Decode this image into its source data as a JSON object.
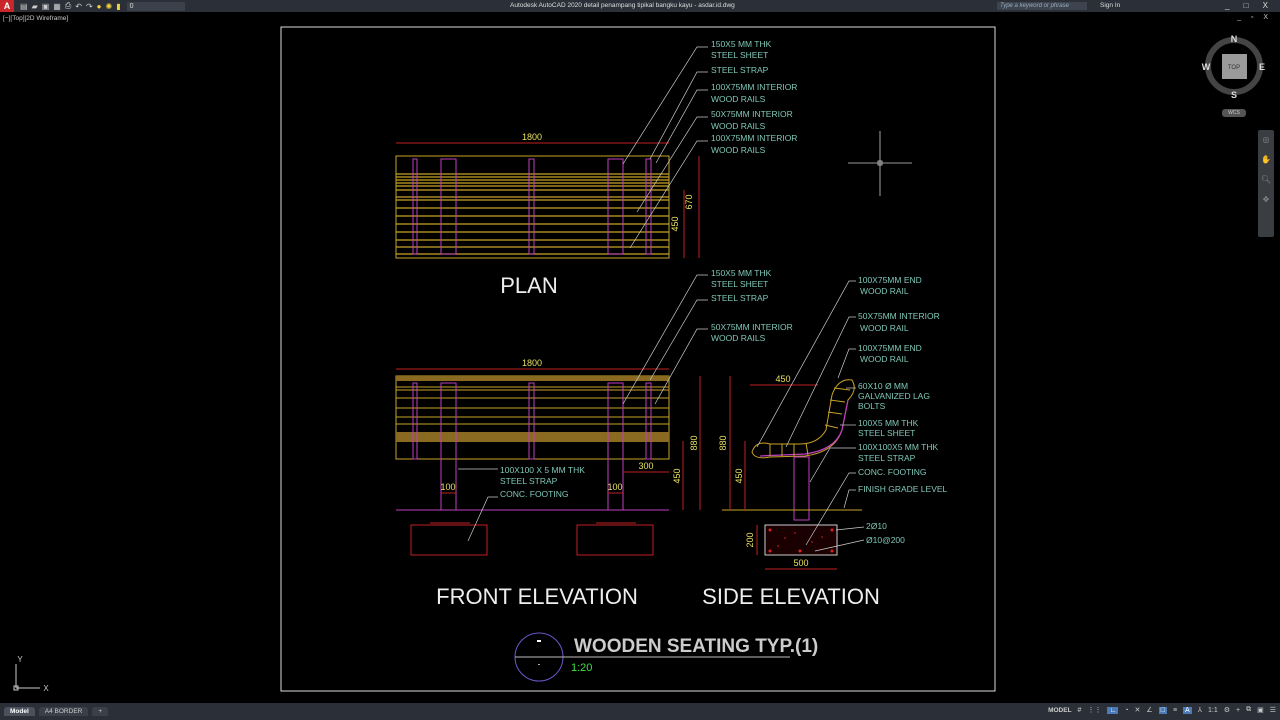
{
  "titlebar": {
    "app_title": "Autodesk AutoCAD 2020   detail penampang tipikal bangku kayu - asdar.id.dwg",
    "layer": "0",
    "search_placeholder": "Type a keyword or phrase",
    "sign_in": "Sign In",
    "logo": "A",
    "window_controls": "_ □ X"
  },
  "viewport": {
    "label": "[−][Top][2D Wireframe]",
    "controls": "_ ▫ X"
  },
  "viewcube": {
    "top": "TOP",
    "n": "N",
    "s": "S",
    "e": "E",
    "w": "W",
    "wcs": "WCS"
  },
  "ucs": {
    "x": "X",
    "y": "Y"
  },
  "layout_tabs": [
    {
      "label": "Model",
      "active": true
    },
    {
      "label": "A4 BORDER",
      "active": false
    },
    {
      "label": "+"
    }
  ],
  "status": {
    "model": "MODEL",
    "scale": "1:1"
  },
  "drawing": {
    "plan": {
      "title": "PLAN",
      "dim_width": "1800",
      "dim_h1": "670",
      "dim_h2": "450",
      "labels": [
        "150X5 MM THK",
        "STEEL SHEET",
        "STEEL STRAP",
        "100X75MM INTERIOR",
        "WOOD RAILS",
        "50X75MM INTERIOR",
        "WOOD RAILS",
        "100X75MM INTERIOR",
        "WOOD RAILS"
      ]
    },
    "front": {
      "title": "FRONT ELEVATION",
      "dim_width": "1800",
      "dim_post1": "100",
      "dim_post2": "100",
      "dim_300": "300",
      "dim_450": "450",
      "dim_880": "880",
      "labels_top": [
        "150X5 MM THK",
        "STEEL SHEET",
        "STEEL STRAP",
        "50X75MM INTERIOR",
        "WOOD RAILS"
      ],
      "labels_bottom": [
        "100X100 X 5 MM THK",
        "STEEL STRAP",
        "CONC. FOOTING"
      ]
    },
    "side": {
      "title": "SIDE ELEVATION",
      "dim_450_top": "450",
      "dim_880": "880",
      "dim_450": "450",
      "dim_200": "200",
      "dim_500": "500",
      "labels": [
        "100X75MM END",
        "WOOD RAIL",
        "50X75MM INTERIOR",
        "WOOD RAIL",
        "100X75MM END",
        "WOOD RAIL",
        "60X10 Ø MM",
        "GALVANIZED LAG",
        "BOLTS",
        "100X5 MM THK",
        "STEEL SHEET",
        "100X100X5 MM THK",
        "STEEL STRAP",
        "CONC. FOOTING",
        "FINISH GRADE LEVEL",
        "2Ø10",
        "Ø10@200"
      ]
    },
    "title_block": {
      "title": "WOODEN SEATING TYP.(1)",
      "scale": "1:20"
    }
  },
  "colors": {
    "wood": "#c9a227",
    "steel": "#c040c0",
    "dim": "#c02020",
    "text": "#7fc8b8",
    "dimtext": "#e8e060",
    "scale": "#40e040"
  }
}
